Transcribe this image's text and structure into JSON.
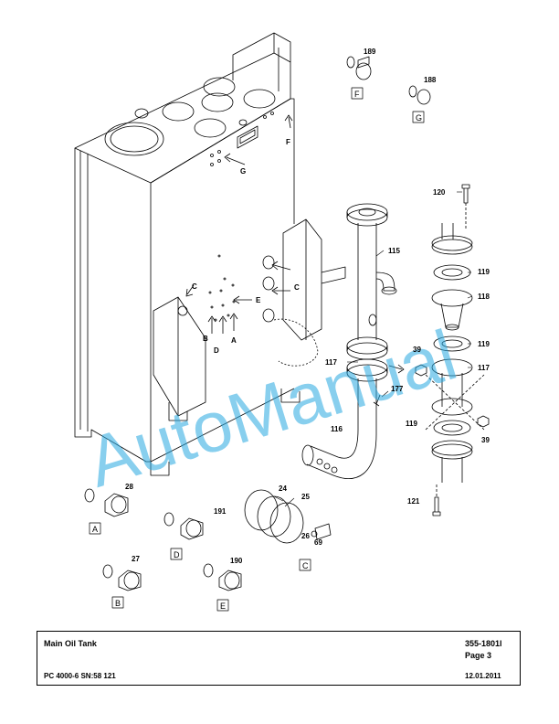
{
  "footer": {
    "title": "Main Oil Tank",
    "doc_number": "355-1801l",
    "page": "Page 3",
    "machine": "PC 4000-6 SN:58 121",
    "date": "12.01.2011"
  },
  "watermark": "AutoManual",
  "colors": {
    "watermark": "#27a9e1",
    "line": "#000000"
  },
  "callouts": {
    "c189": "189",
    "c188": "188",
    "c120": "120",
    "c115": "115",
    "c119a": "119",
    "c118": "118",
    "c119b": "119",
    "c117a": "117",
    "c117b": "117",
    "c39a": "39",
    "c39b": "39",
    "c177": "177",
    "c116": "116",
    "c119c": "119",
    "c121": "121",
    "c28": "28",
    "c191": "191",
    "c24": "24",
    "c25": "25",
    "c26": "26",
    "c69": "69",
    "c27": "27",
    "c190": "190"
  },
  "view_letters": {
    "g_arrow": "G",
    "f_arrow": "F",
    "c_left": "C",
    "c_right": "C",
    "e": "E",
    "b": "B",
    "d": "D",
    "a": "A"
  },
  "detail_boxes": {
    "F": "F",
    "G": "G",
    "A": "A",
    "D": "D",
    "C": "C",
    "B": "B",
    "E": "E"
  }
}
